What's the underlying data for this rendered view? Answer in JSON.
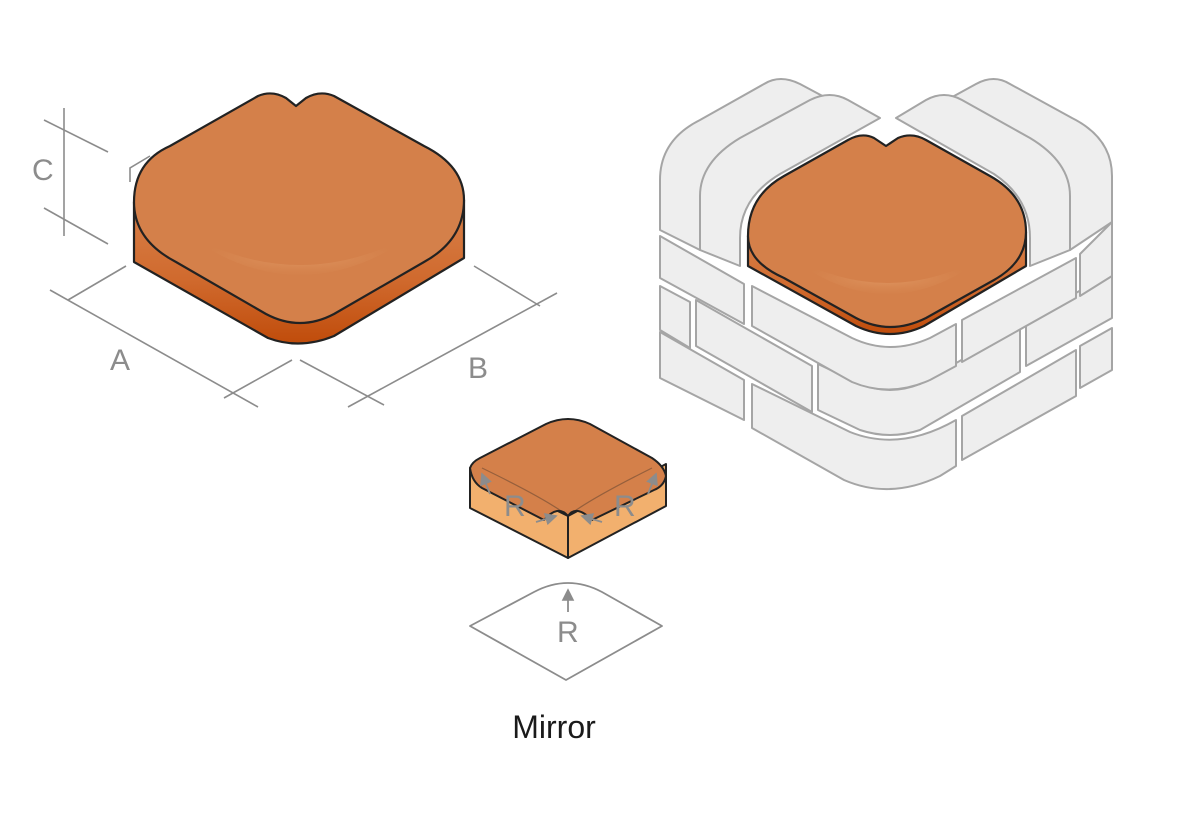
{
  "colors": {
    "brick_top": "#d4804a",
    "brick_side_light": "#d5763a",
    "brick_side_dark": "#c4500d",
    "brick_side_pale": "#f2b06e",
    "wall_fill": "#eeeeee",
    "wall_stroke": "#a5a5a5",
    "dimension": "#8c8c8c",
    "outline": "#222222",
    "caption": "#1a1a1a"
  },
  "labels": {
    "dim_a": "A",
    "dim_b": "B",
    "dim_c": "C",
    "radius_left": "R",
    "radius_right": "R",
    "radius_plan": "R",
    "caption": "Mirror"
  }
}
